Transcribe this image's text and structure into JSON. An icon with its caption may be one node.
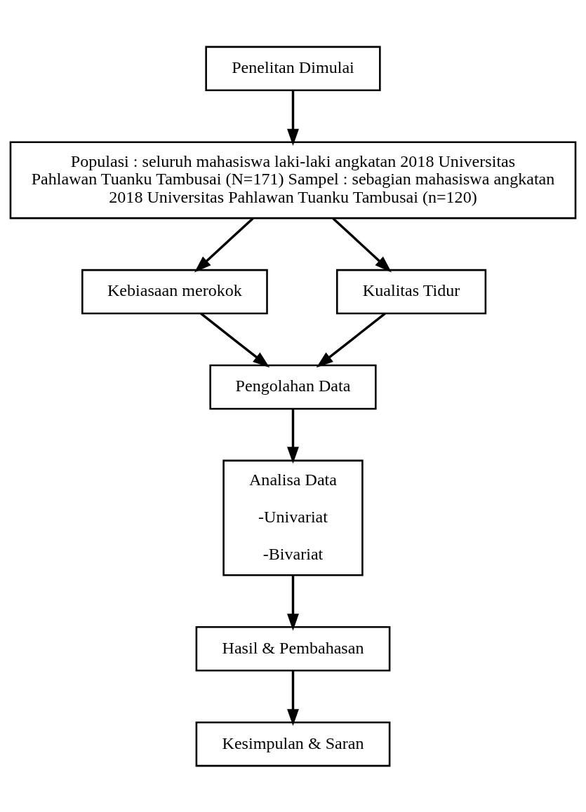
{
  "diagram": {
    "nodes": [
      {
        "text": [
          "Penelitan Dimulai"
        ]
      },
      {
        "text": [
          "Populasi : seluruh mahasiswa laki-laki angkatan 2018 Universitas Pahlawan Tuanku Tambusai (N=171) Sampel : sebagian mahasiswa angkatan 2018 Universitas Pahlawan Tuanku Tambusai (n=120)"
        ]
      },
      {
        "text": [
          "Kebiasaan merokok"
        ]
      },
      {
        "text": [
          "Kualitas Tidur"
        ]
      },
      {
        "text": [
          "Pengolahan Data"
        ]
      },
      {
        "text": [
          "Analisa Data",
          "-Univariat",
          "-Bivariat"
        ]
      },
      {
        "text": [
          "Hasil & Pembahasan"
        ]
      },
      {
        "text": [
          "Kesimpulan & Saran"
        ]
      }
    ],
    "edges": [
      {
        "from": 0,
        "to": 1,
        "arrow": "to"
      },
      {
        "from": 1,
        "to": 2,
        "arrow": "to"
      },
      {
        "from": 1,
        "to": 3,
        "arrow": "to"
      },
      {
        "from": 2,
        "to": 4,
        "arrow": "to"
      },
      {
        "from": 3,
        "to": 4,
        "arrow": "to"
      },
      {
        "from": 4,
        "to": 5,
        "arrow": "to"
      },
      {
        "from": 5,
        "to": 6,
        "arrow": "to"
      },
      {
        "from": 6,
        "to": 7,
        "arrow": "to"
      }
    ]
  }
}
